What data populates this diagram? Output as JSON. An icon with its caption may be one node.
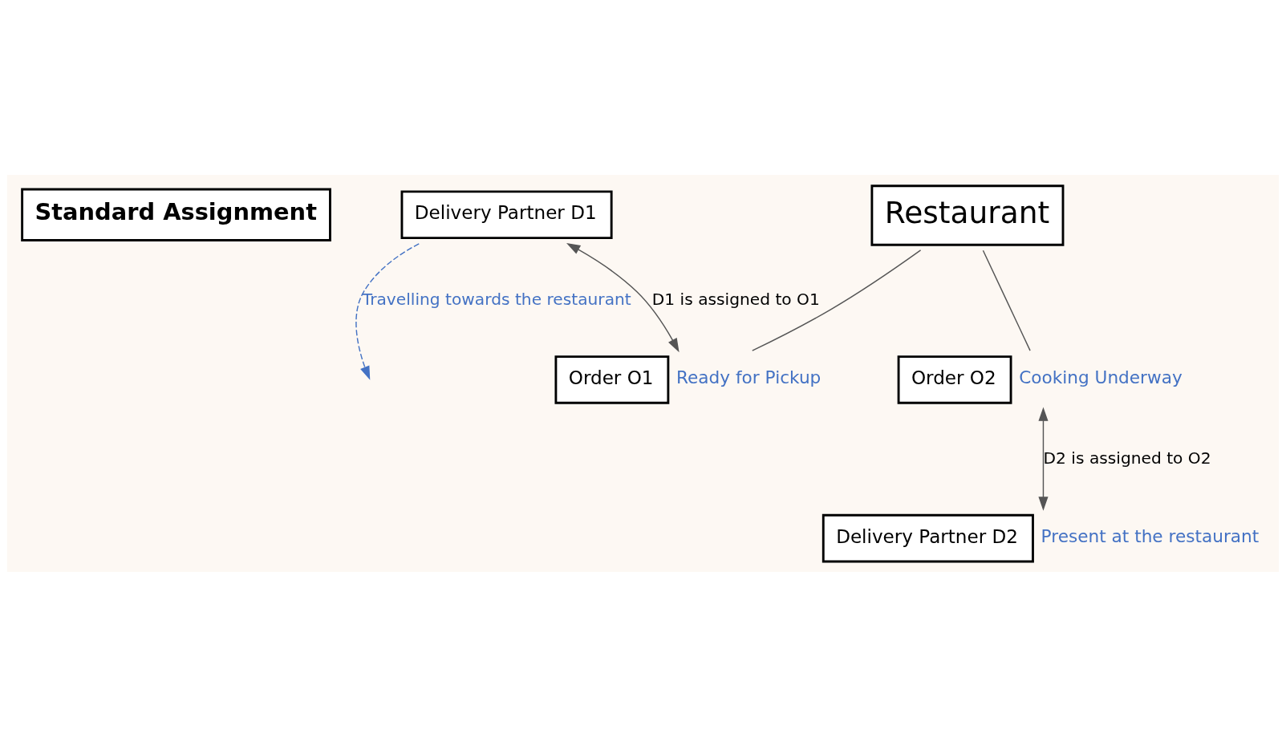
{
  "diagram": {
    "nodes": [
      {
        "text": [
          "Standard Assignment"
        ]
      },
      {
        "text": [
          "Delivery Partner D1"
        ]
      },
      {
        "text": [
          "Restaurant"
        ]
      },
      {
        "text": [
          "Order O1"
        ],
        "beside": [
          "Ready for Pickup"
        ]
      },
      {
        "text": [
          "Order O2"
        ],
        "beside": [
          "Cooking Underway"
        ]
      },
      {
        "text": [
          "Delivery Partner D2"
        ],
        "beside": [
          "Present at the restaurant"
        ]
      }
    ],
    "edges": [
      {
        "from": 1,
        "to": null,
        "arrow": "to",
        "style": "dashed",
        "color": "#4472c4",
        "label": "Travelling towards the restaurant"
      },
      {
        "from": 1,
        "to": 3,
        "arrow": "both",
        "label": "D1 is assigned to O1"
      },
      {
        "from": 2,
        "to": 3,
        "arrow": "none"
      },
      {
        "from": 2,
        "to": 4,
        "arrow": "none"
      },
      {
        "from": 4,
        "to": 5,
        "arrow": "both",
        "label": "D2 is assigned to O2"
      }
    ]
  }
}
